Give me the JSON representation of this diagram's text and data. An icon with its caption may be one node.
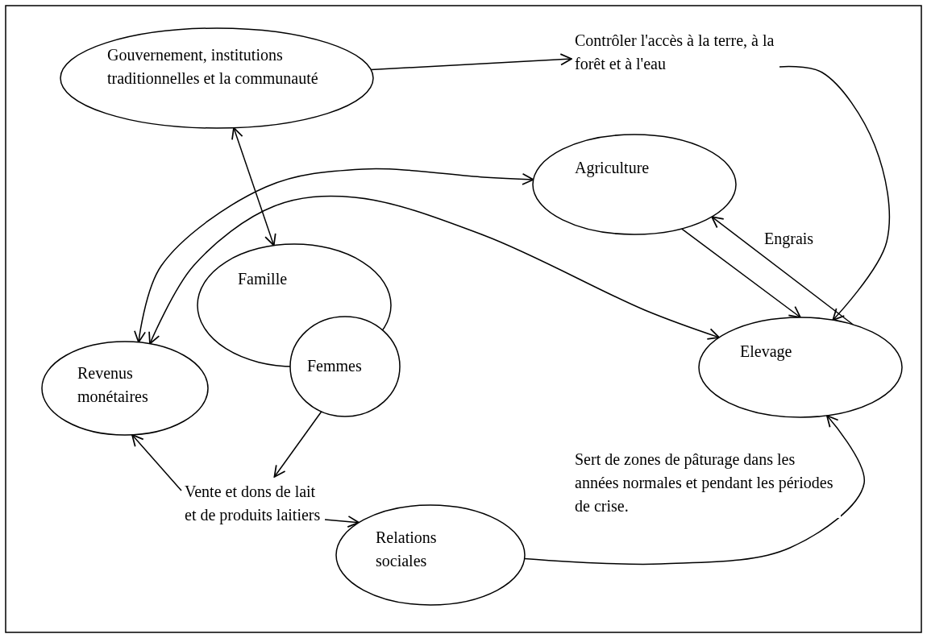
{
  "diagram": {
    "nodes": [
      {
        "text": [
          "Gouvernement, institutions traditionnelles et la communauté"
        ]
      },
      {
        "text": [
          "Contrôler l'accès à la terre, à la forêt et à l'eau"
        ]
      },
      {
        "text": [
          "Agriculture"
        ]
      },
      {
        "text": [
          "Famille"
        ]
      },
      {
        "text": [
          "Femmes"
        ]
      },
      {
        "text": [
          "Revenus monétaires"
        ]
      },
      {
        "text": [
          "Elevage"
        ]
      },
      {
        "text": [
          "Vente et dons de lait et de produits laitiers"
        ]
      },
      {
        "text": [
          "Relations sociales"
        ]
      }
    ],
    "edges": [
      {
        "from": 0,
        "to": 1,
        "arrow": "to"
      },
      {
        "from": 1,
        "to": 6,
        "arrow": "to"
      },
      {
        "from": 0,
        "to": 3,
        "arrow": "both"
      },
      {
        "from": 5,
        "to": 2,
        "arrow": "both"
      },
      {
        "from": 5,
        "to": 6,
        "arrow": "both"
      },
      {
        "from": 2,
        "to": 6,
        "arrow": "to"
      },
      {
        "from": 6,
        "to": 2,
        "arrow": "to",
        "label": "Engrais"
      },
      {
        "from": 4,
        "to": 7,
        "arrow": "to"
      },
      {
        "from": 7,
        "to": 5,
        "arrow": "to"
      },
      {
        "from": 7,
        "to": 8,
        "arrow": "to"
      },
      {
        "from": 8,
        "to": 6,
        "arrow": "to",
        "label": "Sert de zones de pâturage dans les années normales et pendant les périodes de crise."
      }
    ]
  }
}
